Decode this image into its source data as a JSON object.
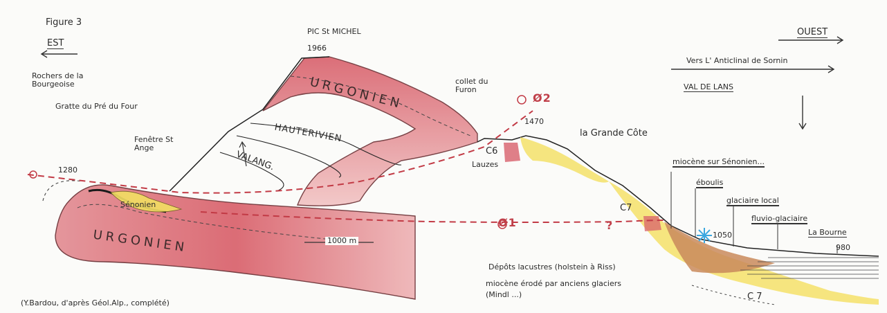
{
  "figure_label": "Figure 3",
  "direction": {
    "east": "EST",
    "west": "OUEST",
    "toward_anticline": "Vers L' Anticlinal de Sornin",
    "valley": "VAL DE LANS"
  },
  "localities": {
    "rochers": "Rochers de la Bourgeoise",
    "gratte": "Gratte du Pré du Four",
    "fenetre": "Fenêtre St Ange",
    "pic": "PIC St MICHEL",
    "collet": "collet du Furon",
    "grande_cote": "la Grande Côte",
    "la_bourne": "La Bourne"
  },
  "elevations": {
    "pic": "1966",
    "gratte": "1280",
    "collet": "1470",
    "spring": "1050",
    "bourne": "980"
  },
  "units": {
    "urgonien_upper": "URGONIEN",
    "urgonien_lower": "URGONIEN",
    "hauterivien": "HAUTERIVIEN",
    "valang": "VALANG.",
    "senonien": "Sénonien",
    "c6": "C6",
    "lauzes": "Lauzes",
    "c7_upper": "C7",
    "c7_lower": "C 7"
  },
  "faults": {
    "phi2": "Ø2",
    "phi1": "Ø1",
    "query": "?"
  },
  "deposits": {
    "miocene_senonien": "miocène sur Sénonien...",
    "eboulis": "éboulis",
    "glaciaire_local": "glaciaire local",
    "fluvio": "fluvio-glaciaire",
    "lacustres": "Dépôts lacustres (holstein à Riss)",
    "miocene_erode": "miocène érodé par anciens glaciers",
    "mindel": "(Mindl ...)"
  },
  "scale_bar": "1000 m",
  "credit": "(Y.Bardou, d'après Géol.Alp., complété)",
  "colors": {
    "limestone": "#d9616b",
    "limestone_light": "#efb4b4",
    "yellow": "#f4e36a",
    "brown": "#c7875a",
    "ink": "#333333",
    "spring": "#3ba7e0"
  }
}
